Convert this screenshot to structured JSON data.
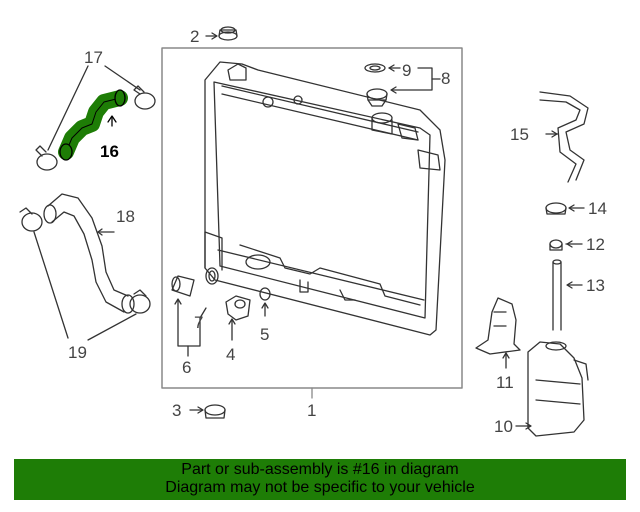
{
  "callouts": {
    "c1": "1",
    "c2": "2",
    "c3": "3",
    "c4": "4",
    "c5": "5",
    "c6": "6",
    "c7": "7",
    "c8": "8",
    "c9": "9",
    "c10": "10",
    "c11": "11",
    "c12": "12",
    "c13": "13",
    "c14": "14",
    "c15": "15",
    "c16": "16",
    "c17": "17",
    "c18": "18",
    "c19": "19"
  },
  "highlighted_part": "16",
  "colors": {
    "highlight": "#1e7d06",
    "banner": "#1e7d06",
    "line_art": "#333333"
  },
  "banner": {
    "line1": "Part or sub-assembly is #16 in diagram",
    "line2": "Diagram may not be specific to your vehicle"
  }
}
